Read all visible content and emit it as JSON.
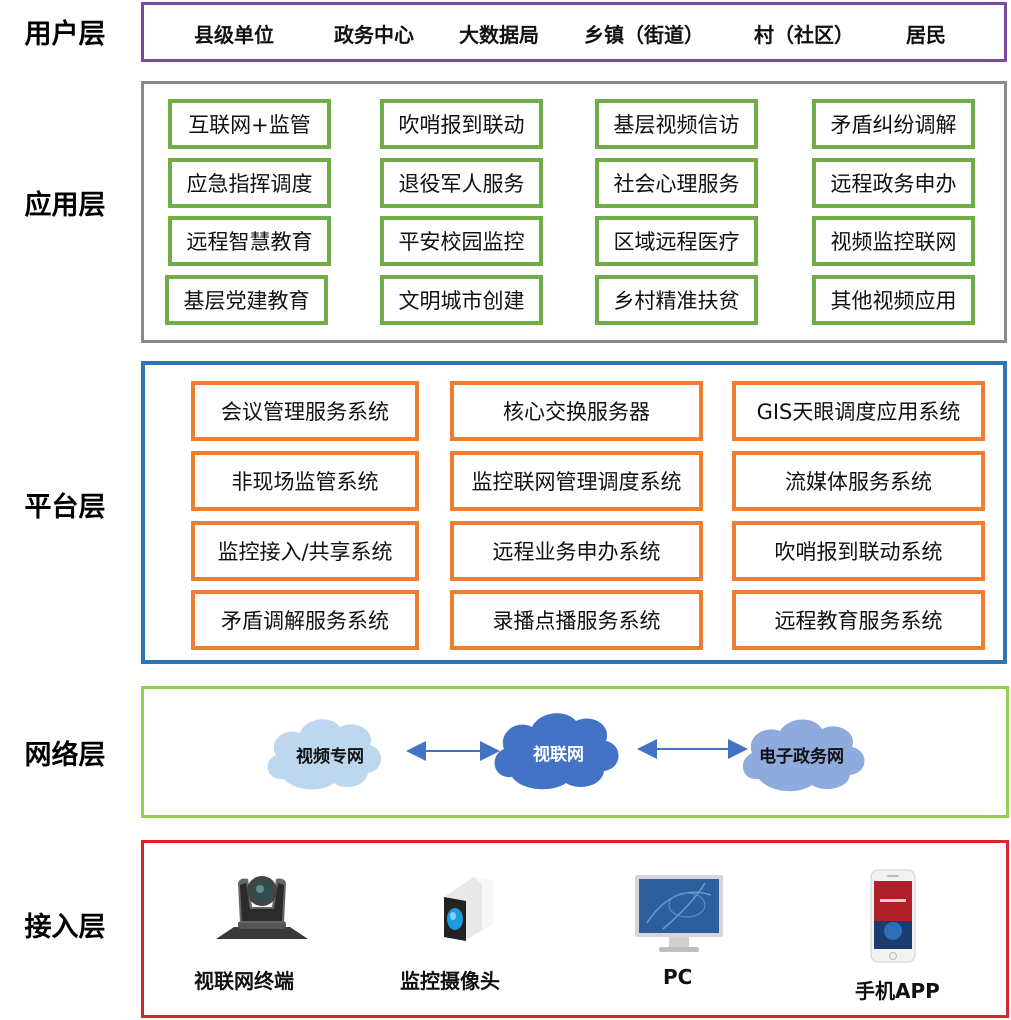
{
  "layers": {
    "user": {
      "label": "用户层",
      "items": [
        "县级单位",
        "政务中心",
        "大数据局",
        "乡镇（街道）",
        "村（社区）",
        "居民"
      ]
    },
    "application": {
      "label": "应用层",
      "items": [
        [
          "互联网+监管",
          "吹哨报到联动",
          "基层视频信访",
          "矛盾纠纷调解"
        ],
        [
          "应急指挥调度",
          "退役军人服务",
          "社会心理服务",
          "远程政务申办"
        ],
        [
          "远程智慧教育",
          "平安校园监控",
          "区域远程医疗",
          "视频监控联网"
        ],
        [
          "基层党建教育",
          "文明城市创建",
          "乡村精准扶贫",
          "其他视频应用"
        ]
      ]
    },
    "platform": {
      "label": "平台层",
      "items": [
        [
          "会议管理服务系统",
          "核心交换服务器",
          "GIS天眼调度应用系统"
        ],
        [
          "非现场监管系统",
          "监控联网管理调度系统",
          "流媒体服务系统"
        ],
        [
          "监控接入/共享系统",
          "远程业务申办系统",
          "吹哨报到联动系统"
        ],
        [
          "矛盾调解服务系统",
          "录播点播服务系统",
          "远程教育服务系统"
        ]
      ]
    },
    "network": {
      "label": "网络层",
      "clouds": [
        "视频专网",
        "视联网",
        "电子政务网"
      ]
    },
    "access": {
      "label": "接入层",
      "devices": [
        {
          "label": "视联网终端",
          "icon": "ptz-camera-icon"
        },
        {
          "label": "监控摄像头",
          "icon": "surveillance-camera-icon"
        },
        {
          "label": "PC",
          "icon": "monitor-icon"
        },
        {
          "label": "手机APP",
          "icon": "smartphone-icon"
        }
      ]
    }
  },
  "colors": {
    "user_border": "#7b4a9e",
    "application_border": "#8a8a8a",
    "application_box": "#70ad47",
    "platform_border": "#2e75b6",
    "platform_box": "#ed7d31",
    "network_border": "#92d050",
    "access_border": "#d9262b",
    "cloud_light": "#bdd7ee",
    "cloud_dark": "#4472c4",
    "cloud_mid": "#8faadc",
    "arrow": "#4472c4"
  }
}
